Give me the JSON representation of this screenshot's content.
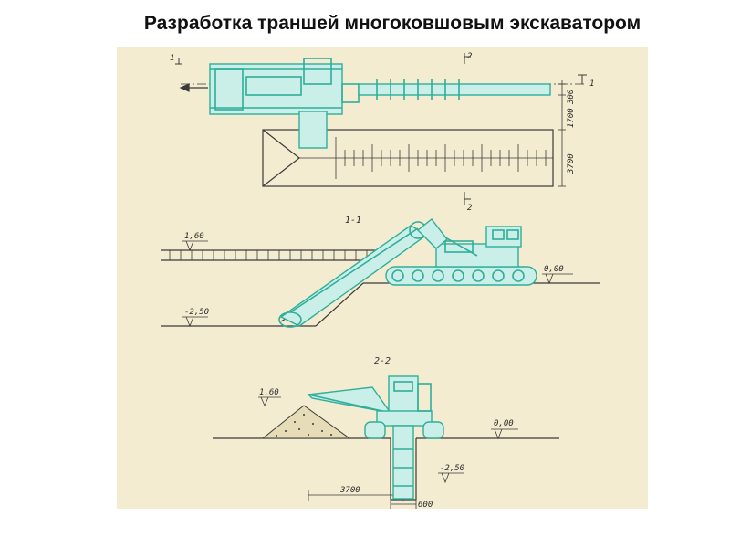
{
  "title": "Разработка траншей многоковшовым экскаватором",
  "colors": {
    "paper": "#f4ecd0",
    "ink": "#3a3a3a",
    "machine": "#2fae9b",
    "machine_fill": "#c9efe8"
  },
  "plan": {
    "section_marks": [
      "1",
      "1",
      "2",
      "2"
    ],
    "dimensions": [
      "300",
      "1700",
      "3700"
    ]
  },
  "section_1_1": {
    "caption": "1-1",
    "levels": [
      "1,60",
      "0,00",
      "-2,50"
    ]
  },
  "section_2_2": {
    "caption": "2-2",
    "levels": [
      "1,60",
      "0,00",
      "-2,50"
    ],
    "dimensions": [
      "3700",
      "600"
    ]
  }
}
